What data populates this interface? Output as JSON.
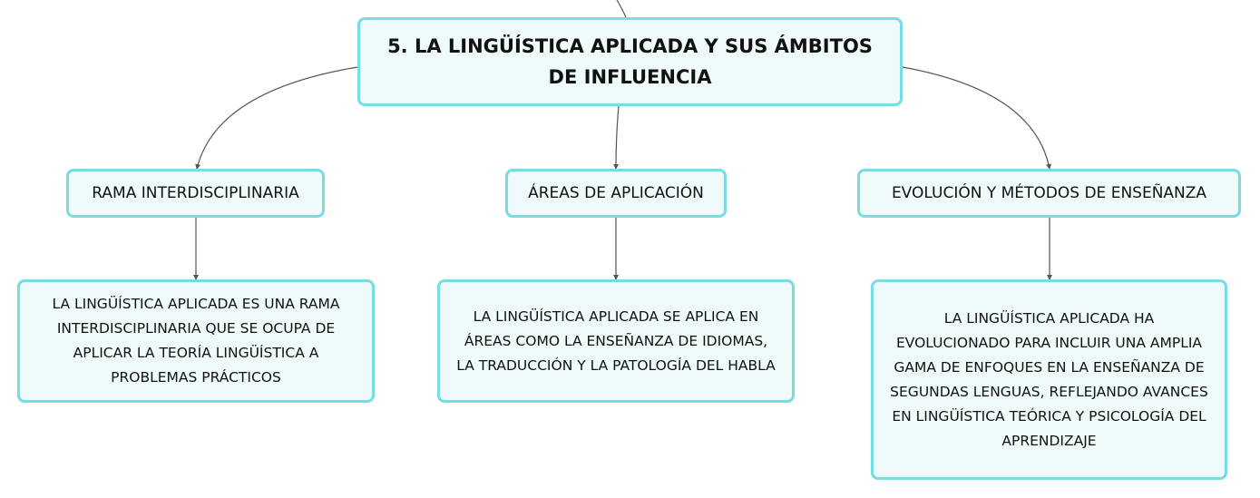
{
  "root": {
    "label": "5. LA LINGÜÍSTICA APLICADA Y SUS ÁMBITOS DE INFLUENCIA"
  },
  "branches": [
    {
      "label": "RAMA INTERDISCIPLINARIA",
      "detail": "LA LINGÜÍSTICA APLICADA ES UNA RAMA INTERDISCIPLINARIA QUE SE OCUPA DE APLICAR LA TEORÍA LINGÜÍSTICA A PROBLEMAS PRÁCTICOS"
    },
    {
      "label": "ÁREAS DE APLICACIÓN",
      "detail": "LA LINGÜÍSTICA APLICADA SE APLICA EN ÁREAS COMO LA ENSEÑANZA DE IDIOMAS, LA TRADUCCIÓN Y LA PATOLOGÍA DEL HABLA"
    },
    {
      "label": "EVOLUCIÓN Y MÉTODOS DE ENSEÑANZA",
      "detail": "LA LINGÜÍSTICA APLICADA HA EVOLUCIONADO PARA INCLUIR UNA AMPLIA GAMA DE ENFOQUES EN LA ENSEÑANZA DE SEGUNDAS LENGUAS, REFLEJANDO AVANCES EN LINGÜÍSTICA TEÓRICA Y PSICOLOGÍA DEL APRENDIZAJE"
    }
  ],
  "colors": {
    "node_border": "#77dde2",
    "node_fill": "#effbfb",
    "connector": "#555555",
    "text": "#111111"
  }
}
